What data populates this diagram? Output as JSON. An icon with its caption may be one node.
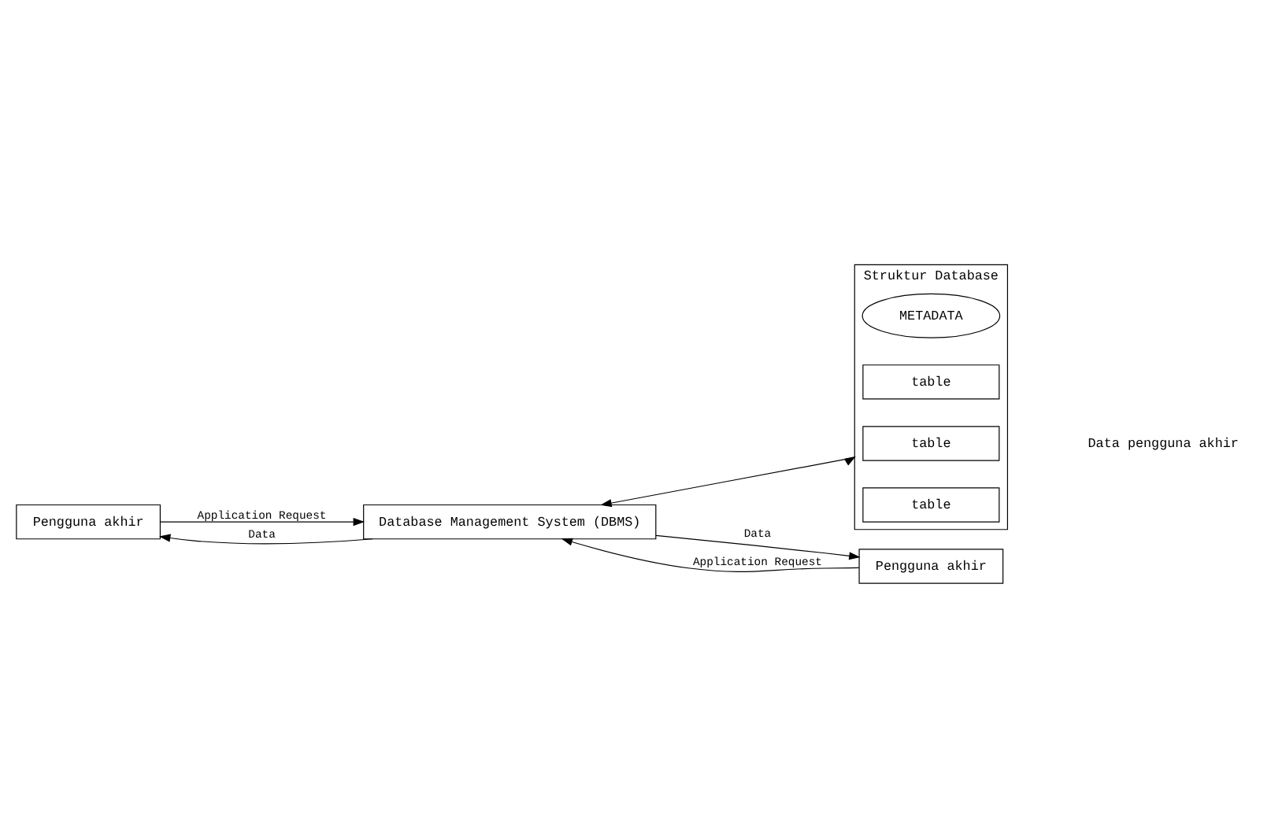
{
  "diagram": {
    "nodes": [
      {
        "text": [
          "Pengguna akhir"
        ]
      },
      {
        "text": [
          "Database Management System (DBMS)"
        ]
      },
      {
        "text": [
          "Struktur Database"
        ]
      },
      {
        "text": [
          "METADATA"
        ],
        "in": 2
      },
      {
        "text": [
          "table"
        ],
        "in": 2
      },
      {
        "text": [
          "table"
        ],
        "in": 2
      },
      {
        "text": [
          "table"
        ],
        "in": 2
      },
      {
        "text": [
          "Pengguna akhir"
        ]
      }
    ],
    "edges": [
      {
        "from": 0,
        "to": 1,
        "arrow": "to",
        "label": "Application Request"
      },
      {
        "from": 1,
        "to": 0,
        "arrow": "to",
        "label": "Data"
      },
      {
        "from": 7,
        "to": 1,
        "arrow": "to",
        "label": "Application Request"
      },
      {
        "from": 1,
        "to": 7,
        "arrow": "to",
        "label": "Data"
      },
      {
        "from": 1,
        "to": 2,
        "arrow": "both"
      }
    ],
    "labels": [
      "Data pengguna akhir"
    ]
  }
}
